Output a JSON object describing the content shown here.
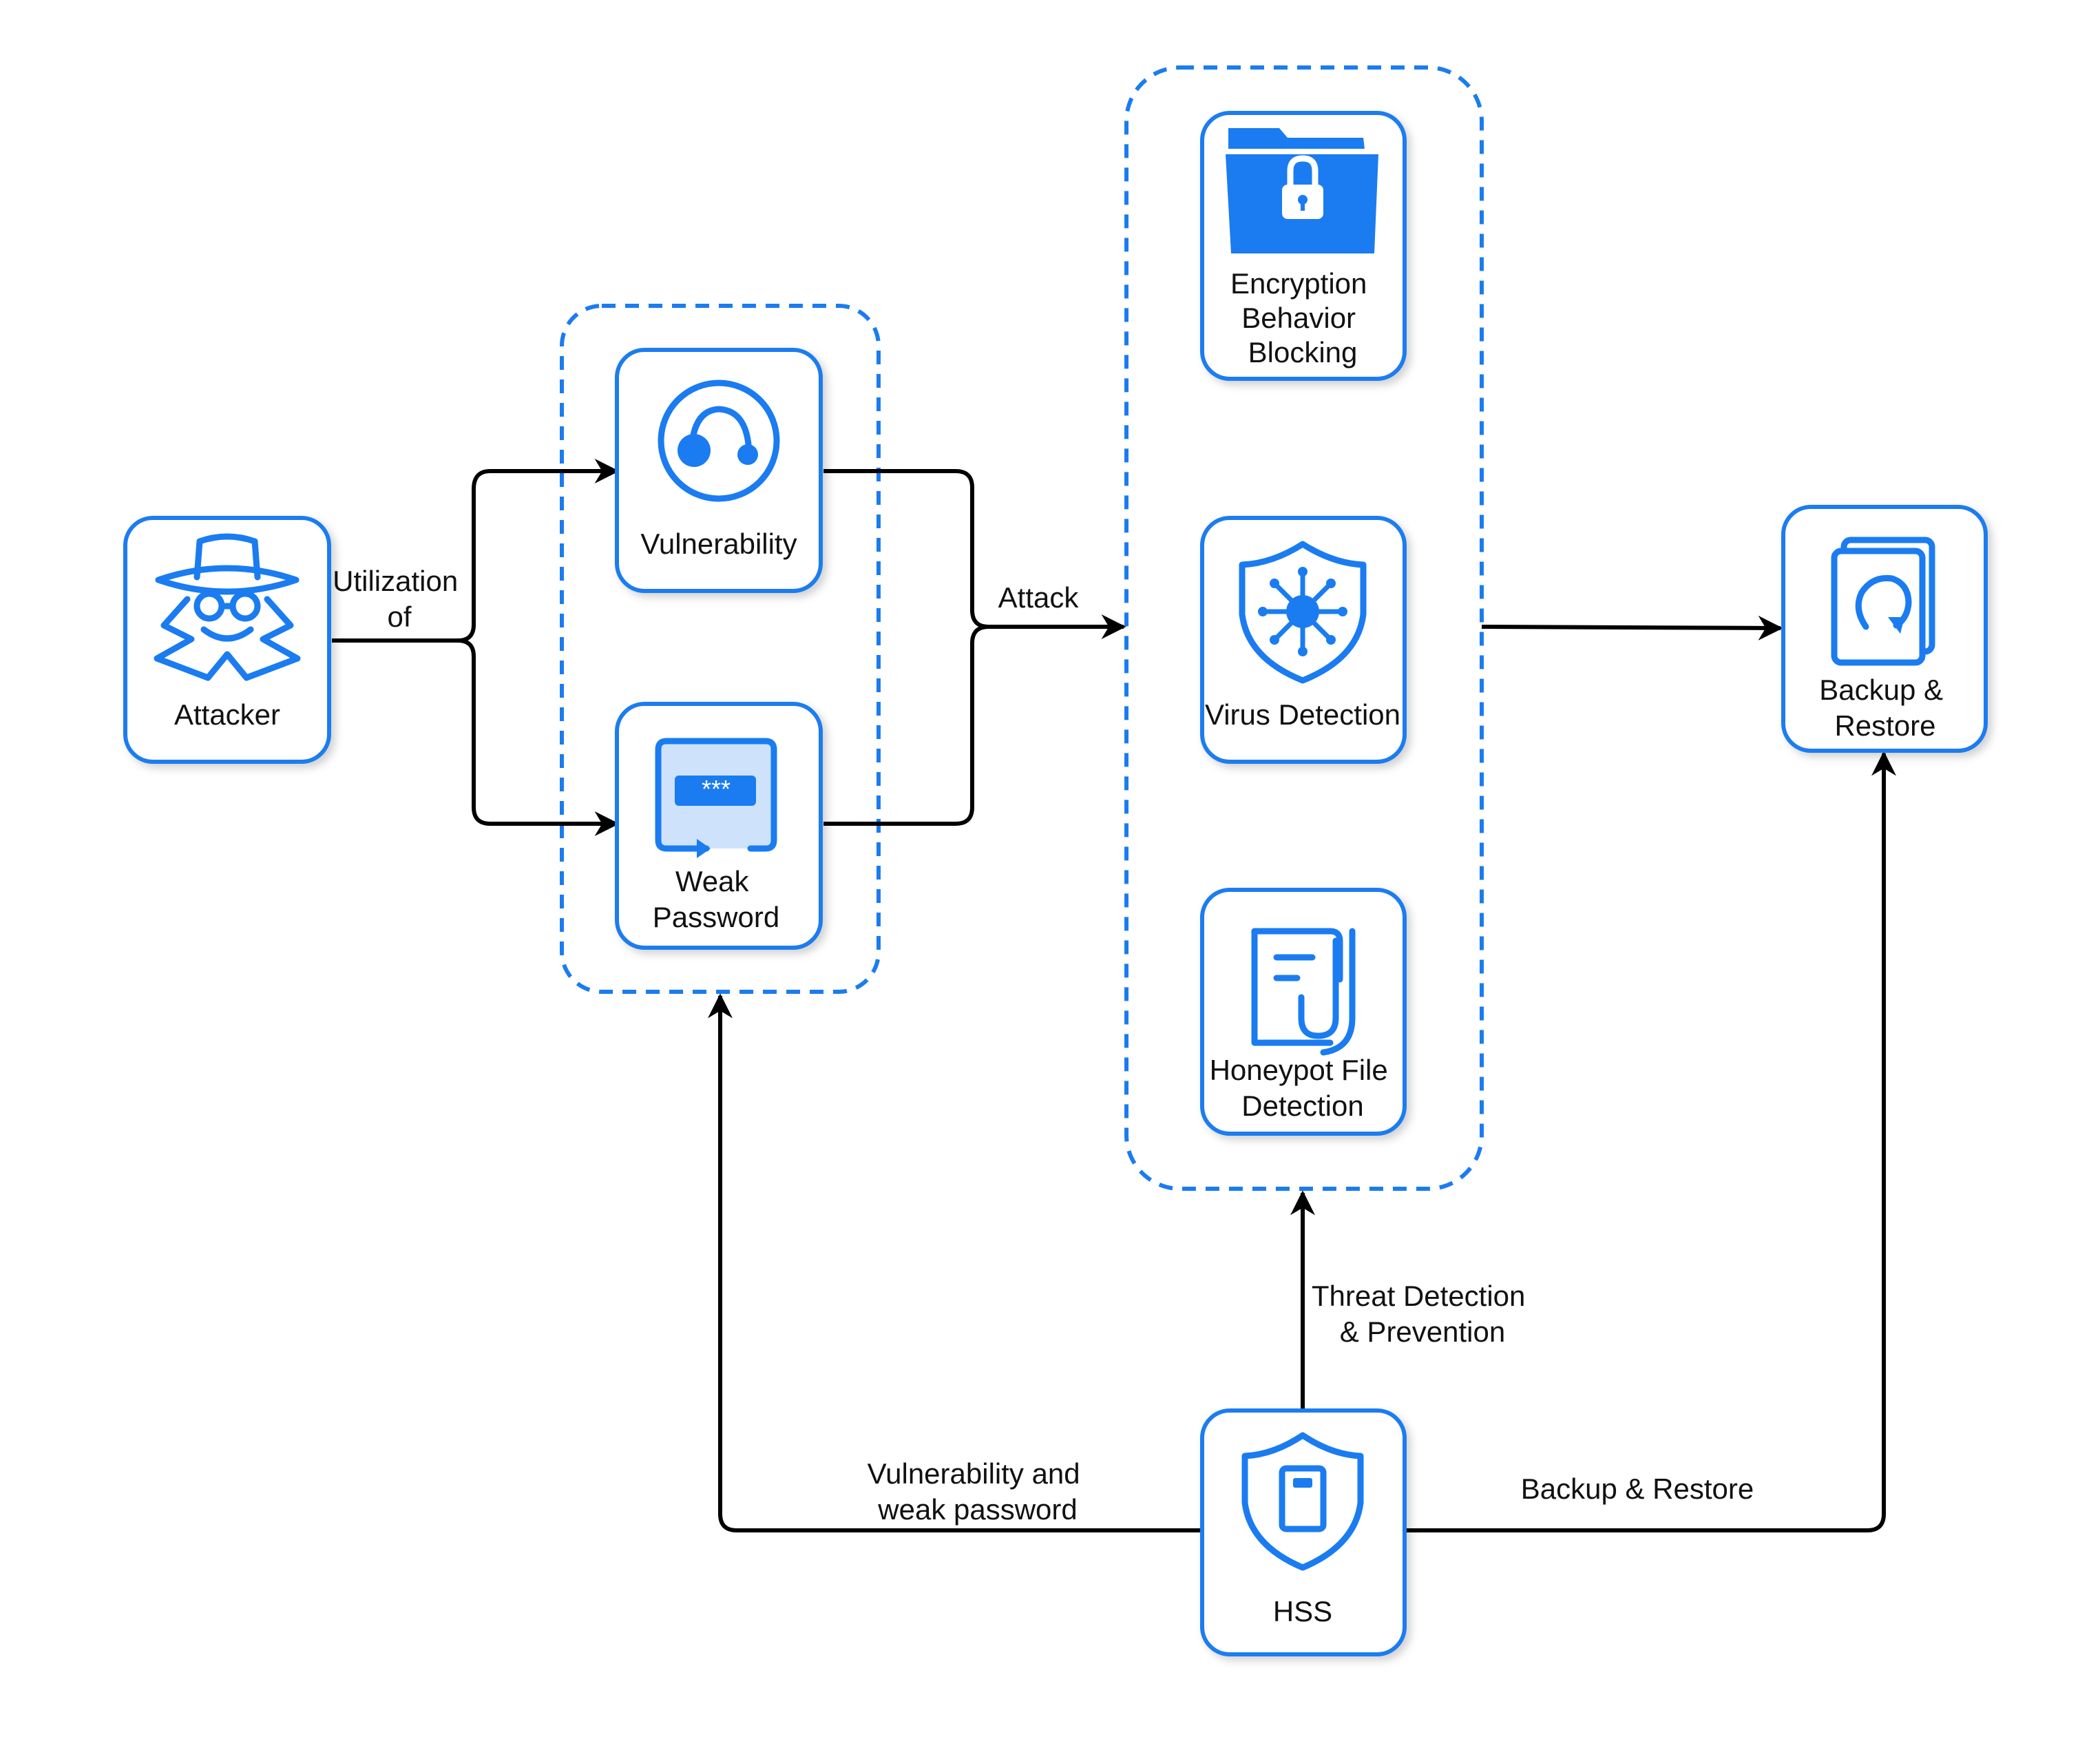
{
  "nodes": {
    "attacker": {
      "label": "Attacker",
      "icon": "spy-icon"
    },
    "vulnerability": {
      "label": "Vulnerability",
      "icon": "bug-scan-icon"
    },
    "weak_password": {
      "label_lines": [
        "Weak",
        "Password"
      ],
      "icon": "password-icon"
    },
    "encryption": {
      "label_lines": [
        "Encryption",
        "Behavior",
        "Blocking"
      ],
      "icon": "locked-folder-icon"
    },
    "virus": {
      "label": "Virus Detection",
      "icon": "virus-shield-icon"
    },
    "honeypot": {
      "label_lines": [
        "Honeypot File",
        "Detection"
      ],
      "icon": "honeypot-file-icon"
    },
    "backup": {
      "label_lines": [
        "Backup &",
        "Restore"
      ],
      "icon": "backup-restore-icon"
    },
    "hss": {
      "label": "HSS",
      "icon": "shield-icon"
    }
  },
  "edges": {
    "utilization": {
      "label_lines": [
        "Utilization",
        "of"
      ]
    },
    "attack": {
      "label": "Attack"
    },
    "threat": {
      "label_lines": [
        "Threat Detection",
        "& Prevention"
      ]
    },
    "vuln_weak": {
      "label_lines": [
        "Vulnerability and",
        "weak password"
      ]
    },
    "backup_restore": {
      "label": "Backup & Restore"
    }
  },
  "colors": {
    "accent": "#1a7cf0",
    "line": "#000000",
    "text": "#111111"
  }
}
